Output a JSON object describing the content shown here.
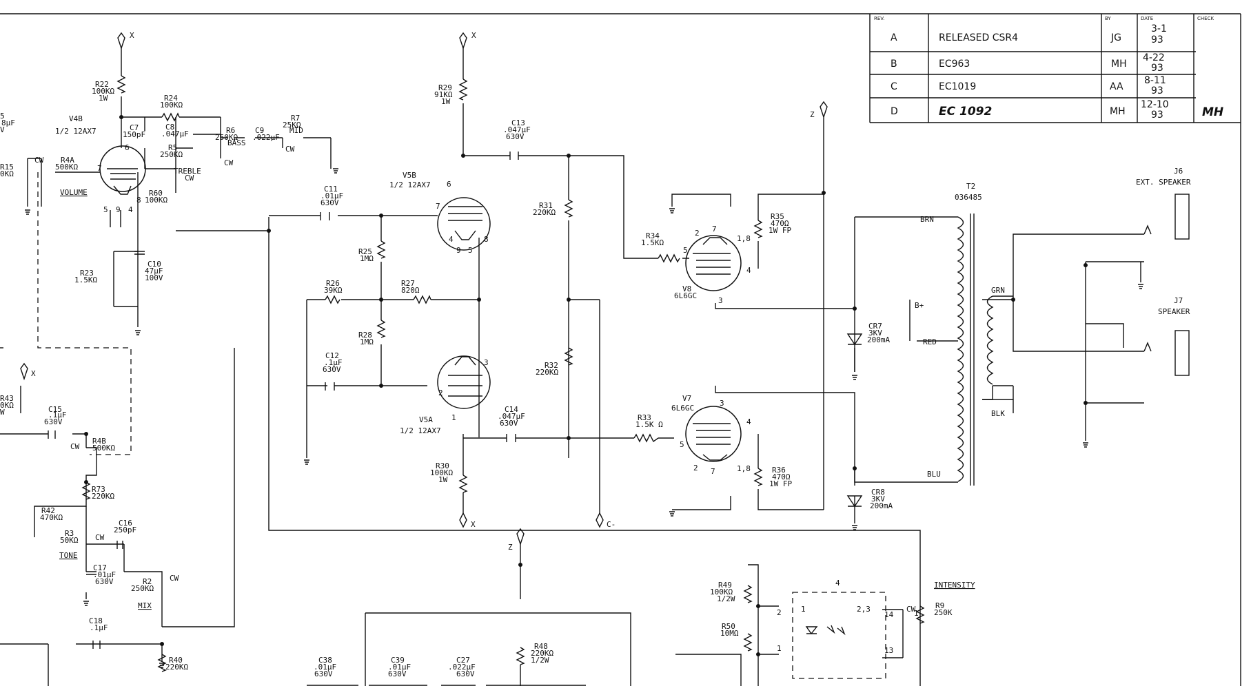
{
  "revision_block": {
    "headers": [
      "REV.",
      "",
      "BY",
      "DATE",
      "CHECK"
    ],
    "rows": [
      {
        "rev": "A",
        "desc": "RELEASED CSR4",
        "by": "JG",
        "date_top": "3-1",
        "date_bot": "93",
        "check": ""
      },
      {
        "rev": "B",
        "desc": "EC963",
        "by": "MH",
        "date_top": "4-22",
        "date_bot": "93",
        "check": ""
      },
      {
        "rev": "C",
        "desc": "EC1019",
        "by": "AA",
        "date_top": "8-11",
        "date_bot": "93",
        "check": ""
      },
      {
        "rev": "D",
        "desc": "EC 1092",
        "by": "MH",
        "date_top": "12-10",
        "date_bot": "93",
        "check": "MH"
      }
    ]
  },
  "components": [
    {
      "id": "r22",
      "lines": [
        "R22",
        "100KΩ",
        "1W"
      ]
    },
    {
      "id": "v4b",
      "lines": [
        "V4B",
        "1/2 12AX7"
      ]
    },
    {
      "id": "r24",
      "lines": [
        "R24",
        "100KΩ"
      ]
    },
    {
      "id": "c7",
      "lines": [
        "C7",
        "150pF"
      ]
    },
    {
      "id": "c8",
      "lines": [
        "C8",
        ".047µF"
      ]
    },
    {
      "id": "r5",
      "lines": [
        "R5",
        "250KΩ"
      ]
    },
    {
      "id": "treble",
      "lines": [
        "TREBLE",
        "CW"
      ]
    },
    {
      "id": "r6",
      "lines": [
        "R6",
        "250KΩ",
        "BASS"
      ]
    },
    {
      "id": "c9",
      "lines": [
        "C9",
        ".022µF"
      ]
    },
    {
      "id": "r7",
      "lines": [
        "R7",
        "25KΩ",
        "MID"
      ]
    },
    {
      "id": "c5",
      "lines": [
        "5",
        "8µF",
        "V"
      ]
    },
    {
      "id": "r15",
      "lines": [
        "R15",
        "0KΩ"
      ]
    },
    {
      "id": "r4a",
      "lines": [
        "R4A",
        "500KΩ"
      ]
    },
    {
      "id": "r60",
      "lines": [
        "R60",
        "100KΩ"
      ]
    },
    {
      "id": "r23",
      "lines": [
        "R23",
        "1.5KΩ"
      ]
    },
    {
      "id": "c10",
      "lines": [
        "C10",
        "47µF",
        "100V"
      ]
    },
    {
      "id": "r29",
      "lines": [
        "R29",
        "91KΩ",
        "1W"
      ]
    },
    {
      "id": "c13",
      "lines": [
        "C13",
        ".047µF",
        "630V"
      ]
    },
    {
      "id": "v5b",
      "lines": [
        "V5B",
        "1/2 12AX7"
      ]
    },
    {
      "id": "c11",
      "lines": [
        "C11",
        ".01µF",
        "630V"
      ]
    },
    {
      "id": "r31",
      "lines": [
        "R31",
        "220KΩ"
      ]
    },
    {
      "id": "r25",
      "lines": [
        "R25",
        "1MΩ"
      ]
    },
    {
      "id": "r26",
      "lines": [
        "R26",
        "39KΩ"
      ]
    },
    {
      "id": "r27",
      "lines": [
        "R27",
        "820Ω"
      ]
    },
    {
      "id": "r28",
      "lines": [
        "R28",
        "1MΩ"
      ]
    },
    {
      "id": "c12",
      "lines": [
        "C12",
        ".1µF",
        "630V"
      ]
    },
    {
      "id": "r32",
      "lines": [
        "R32",
        "220KΩ"
      ]
    },
    {
      "id": "v5a",
      "lines": [
        "V5A",
        "1/2 12AX7"
      ]
    },
    {
      "id": "c14",
      "lines": [
        "C14",
        ".047µF",
        "630V"
      ]
    },
    {
      "id": "r30",
      "lines": [
        "R30",
        "100KΩ",
        "1W"
      ]
    },
    {
      "id": "r34",
      "lines": [
        "R34",
        "1.5KΩ"
      ]
    },
    {
      "id": "r35",
      "lines": [
        "R35",
        "470Ω",
        "1W FP"
      ]
    },
    {
      "id": "v8",
      "lines": [
        "V8",
        "6L6GC"
      ]
    },
    {
      "id": "v7",
      "lines": [
        "V7",
        "6L6GC"
      ]
    },
    {
      "id": "r33",
      "lines": [
        "R33",
        "1.5K Ω"
      ]
    },
    {
      "id": "r36",
      "lines": [
        "R36",
        "470Ω",
        "1W FP"
      ]
    },
    {
      "id": "cr7",
      "lines": [
        "CR7",
        "3KV",
        "200mA"
      ]
    },
    {
      "id": "cr8",
      "lines": [
        "CR8",
        "3KV",
        "200mA"
      ]
    },
    {
      "id": "t2",
      "lines": [
        "T2",
        "036485"
      ]
    },
    {
      "id": "j6",
      "lines": [
        "J6",
        "EXT. SPEAKER"
      ]
    },
    {
      "id": "j7",
      "lines": [
        "J7",
        "SPEAKER"
      ]
    },
    {
      "id": "r43",
      "lines": [
        "R43",
        "0KΩ",
        "W"
      ]
    },
    {
      "id": "c15",
      "lines": [
        "C15",
        ".1µF",
        "630V"
      ]
    },
    {
      "id": "r4b",
      "lines": [
        "R4B",
        "500KΩ"
      ]
    },
    {
      "id": "r73",
      "lines": [
        "R73",
        "220KΩ"
      ]
    },
    {
      "id": "r42",
      "lines": [
        "R42",
        "470KΩ"
      ]
    },
    {
      "id": "r3",
      "lines": [
        "R3",
        "50KΩ"
      ]
    },
    {
      "id": "c16",
      "lines": [
        "C16",
        "250pF"
      ]
    },
    {
      "id": "c17",
      "lines": [
        "C17",
        ".01µF",
        "630V"
      ]
    },
    {
      "id": "r2",
      "lines": [
        "R2",
        "250KΩ"
      ]
    },
    {
      "id": "c18",
      "lines": [
        "C18",
        ".1µF"
      ]
    },
    {
      "id": "r40",
      "lines": [
        "R40",
        "220KΩ"
      ]
    },
    {
      "id": "c38",
      "lines": [
        "C38",
        ".01µF",
        "630V"
      ]
    },
    {
      "id": "c39",
      "lines": [
        "C39",
        ".01µF",
        "630V"
      ]
    },
    {
      "id": "c27",
      "lines": [
        "C27",
        ".022µF",
        "630V"
      ]
    },
    {
      "id": "r48",
      "lines": [
        "R48",
        "220KΩ",
        "1/2W"
      ]
    },
    {
      "id": "r49",
      "lines": [
        "R49",
        "100KΩ",
        "1/2W"
      ]
    },
    {
      "id": "r50",
      "lines": [
        "R50",
        "10MΩ"
      ]
    },
    {
      "id": "r9",
      "lines": [
        "R9",
        "250K"
      ]
    }
  ],
  "control_labels": {
    "volume": "VOLUME",
    "tone": "TONE",
    "mix": "MIX",
    "intensity": "INTENSITY"
  },
  "markers": {
    "x": "X",
    "z": "Z",
    "cminus": "C-",
    "bplus": "B+",
    "cw": "CW"
  },
  "transformer_leads": {
    "brn": "BRN",
    "red": "RED",
    "blu": "BLU",
    "grn": "GRN",
    "blk": "BLK"
  },
  "pin_numbers": {
    "v4b_grid": "7",
    "v4b_plate": "6",
    "v4b_cathode": "8",
    "v4b_heater_a": "5",
    "v4b_heater_b": "9",
    "v4b_heater_c": "4",
    "v5b_grid": "7",
    "v5b_plate": "6",
    "v5b_cathode": "8",
    "v5b_h4": "4",
    "v5b_h9": "9",
    "v5b_h5": "5",
    "v5a_grid": "2",
    "v5a_plate": "3",
    "v5a_cathode": "1",
    "v8_g1": "5",
    "v8_h2": "2",
    "v8_h7": "7",
    "v8_k": "1,8",
    "v8_g2": "4",
    "v8_p": "3",
    "v7_g1": "5",
    "v7_p": "3",
    "v7_g2": "4",
    "v7_h2": "2",
    "v7_h7": "7",
    "v7_k": "1,8",
    "opto_ref": "4",
    "opto_p2": "2",
    "opto_p1": "1",
    "opto_p1b": "1",
    "opto_p23": "2,3",
    "opto_p14": "14",
    "opto_p13": "13",
    "r1_r9": "1"
  }
}
